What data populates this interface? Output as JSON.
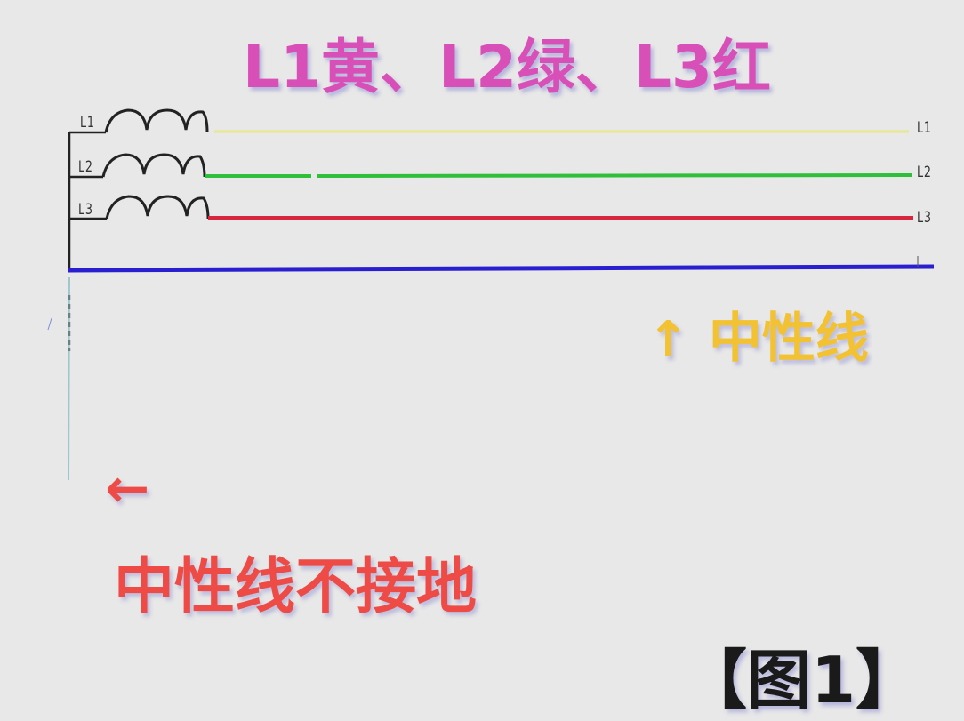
{
  "title": {
    "text": "L1黄、L2绿、L3红",
    "color": "#d94fb8"
  },
  "windings": [
    {
      "label": "L1",
      "wire_color": "#e8e89a",
      "end_label": "L1"
    },
    {
      "label": "L2",
      "wire_color": "#2fbf3a",
      "end_label": "L2"
    },
    {
      "label": "L3",
      "wire_color": "#d8263f",
      "end_label": "L3"
    }
  ],
  "neutral": {
    "wire_color": "#2a1fd0",
    "label": "中性线",
    "arrow": "↑",
    "color": "#f2c232"
  },
  "annotation": {
    "arrow": "←",
    "text": "中性线不接地",
    "color": "#ef4b46"
  },
  "figure_label": {
    "text": "【图1】",
    "color": "#1a1a1a"
  }
}
